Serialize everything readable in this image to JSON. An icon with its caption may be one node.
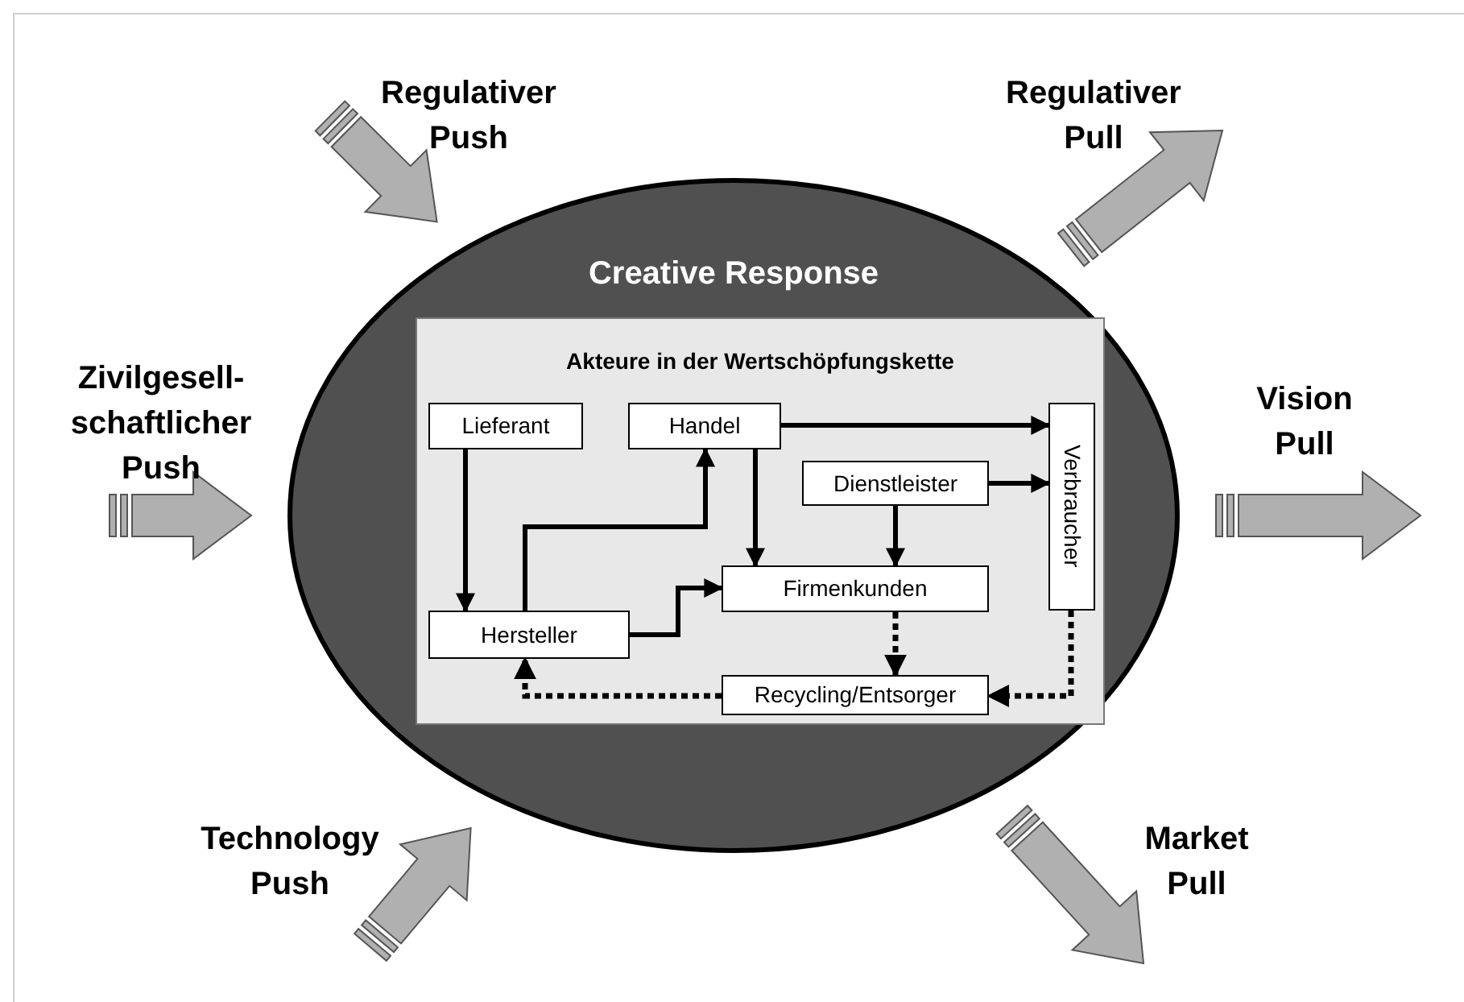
{
  "diagram": {
    "nodes": [
      {
        "text": [
          "Creative Response"
        ]
      },
      {
        "text": [
          "Akteure in der Wertschöpfungskette"
        ],
        "in": 0
      },
      {
        "text": [
          "Lieferant"
        ],
        "in": 1
      },
      {
        "text": [
          "Handel"
        ],
        "in": 1
      },
      {
        "text": [
          "Verbraucher"
        ],
        "in": 1
      },
      {
        "text": [
          "Dienstleister"
        ],
        "in": 1
      },
      {
        "text": [
          "Firmenkunden"
        ],
        "in": 1
      },
      {
        "text": [
          "Hersteller"
        ],
        "in": 1
      },
      {
        "text": [
          "Recycling/Entsorger"
        ],
        "in": 1
      }
    ],
    "edges": [
      {
        "from": 2,
        "to": 7,
        "arrow": "to"
      },
      {
        "from": 7,
        "to": 3,
        "arrow": "to"
      },
      {
        "from": 7,
        "to": 6,
        "arrow": "to"
      },
      {
        "from": 3,
        "to": 4,
        "arrow": "to"
      },
      {
        "from": 3,
        "to": 6,
        "arrow": "to"
      },
      {
        "from": 5,
        "to": 4,
        "arrow": "to"
      },
      {
        "from": 5,
        "to": 6,
        "arrow": "to"
      },
      {
        "from": 6,
        "to": 8,
        "arrow": "to",
        "style": "dashed"
      },
      {
        "from": 4,
        "to": 8,
        "arrow": "to",
        "style": "dashed"
      },
      {
        "from": 8,
        "to": 7,
        "arrow": "to",
        "style": "dashed"
      },
      {
        "from": null,
        "to": 0,
        "arrow": "to",
        "style": "thick",
        "color": "#b0b0b0"
      },
      {
        "from": 0,
        "to": null,
        "arrow": "to",
        "style": "thick",
        "color": "#b0b0b0"
      },
      {
        "from": null,
        "to": 0,
        "arrow": "to",
        "style": "thick",
        "color": "#b0b0b0"
      },
      {
        "from": 0,
        "to": null,
        "arrow": "to",
        "style": "thick",
        "color": "#b0b0b0"
      },
      {
        "from": null,
        "to": 0,
        "arrow": "to",
        "style": "thick",
        "color": "#b0b0b0"
      },
      {
        "from": 0,
        "to": null,
        "arrow": "to",
        "style": "thick",
        "color": "#b0b0b0"
      }
    ],
    "labels": [
      "Regulativer Push",
      "Regulativer Pull",
      "Zivilgesell- schaftlicher Push",
      "Vision Pull",
      "Technology Push",
      "Market Pull"
    ]
  }
}
